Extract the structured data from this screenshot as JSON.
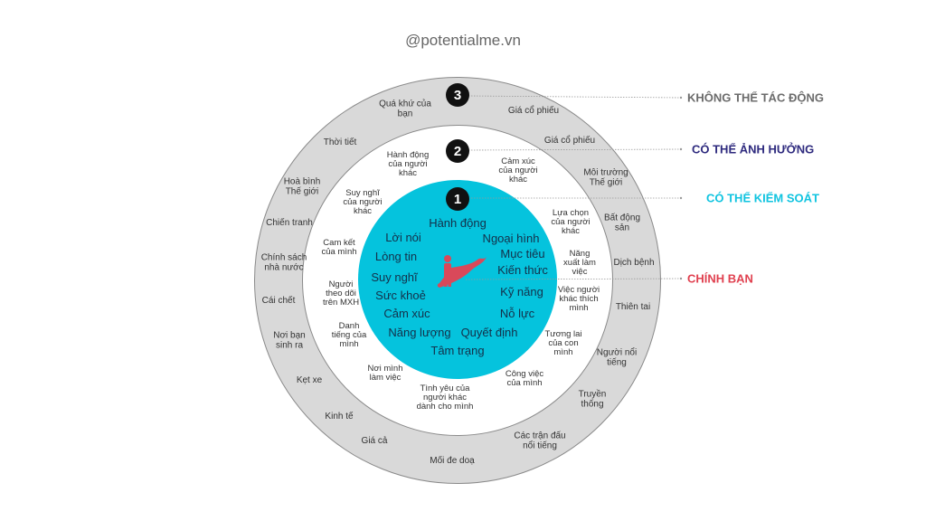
{
  "handle": "@potentialme.vn",
  "levels": [
    {
      "number": "3",
      "label": "KHÔNG THỂ TÁC ĐỘNG",
      "color": "#6b6b6b"
    },
    {
      "number": "2",
      "label": "CÓ THỂ ẢNH HƯỞNG",
      "color": "#2e2a7e"
    },
    {
      "number": "1",
      "label": "CÓ THỂ KIỂM SOÁT",
      "color": "#10c4e0"
    },
    {
      "number": "",
      "label": "CHÍNH BẠN",
      "color": "#e0404f"
    }
  ],
  "outer_items": [
    "Quá khứ của\nbạn",
    "Giá cổ phiếu",
    "Thời tiết",
    "Giá cổ phiếu",
    "Hoà bình\nThế giới",
    "Môi trường\nThế giới",
    "Chiến tranh",
    "Bất động\nsản",
    "Chính sách\nnhà nước",
    "Dịch bệnh",
    "Cái chết",
    "Thiên tai",
    "Nơi bạn\nsinh ra",
    "Người nổi\ntiếng",
    "Kẹt xe",
    "Truyền\nthống",
    "Kinh tế",
    "Các trận đấu\nnổi tiếng",
    "Giá cả",
    "Mối đe doạ"
  ],
  "middle_items": [
    "Hành động\ncủa người\nkhác",
    "Cảm xúc\ncủa người\nkhác",
    "Suy nghĩ\ncủa người\nkhác",
    "Lựa chọn\ncủa người\nkhác",
    "Cam kết\ncủa mình",
    "Năng\nxuất làm\nviệc",
    "Người\ntheo dõi\ntrên MXH",
    "Việc người\nkhác thích\nmình",
    "Danh\ntiếng của\nmình",
    "Tương lai\ncủa con\nmình",
    "Nơi mình\nlàm việc",
    "Công việc\ncủa mình",
    "Tình yêu của\nngười khác\ndành cho mình"
  ],
  "inner_items": [
    "Hành động",
    "Lời nói",
    "Ngoại hình",
    "Lòng tin",
    "Mục tiêu",
    "Suy nghĩ",
    "Kiến thức",
    "Sức khoẻ",
    "Kỹ năng",
    "Cảm xúc",
    "Nỗ lực",
    "Năng lượng",
    "Quyết định",
    "Tâm trạng"
  ],
  "colors": {
    "outer_ring": "#d9d9d9",
    "inner_circle": "#05c3dd",
    "figure": "#d9495a"
  }
}
